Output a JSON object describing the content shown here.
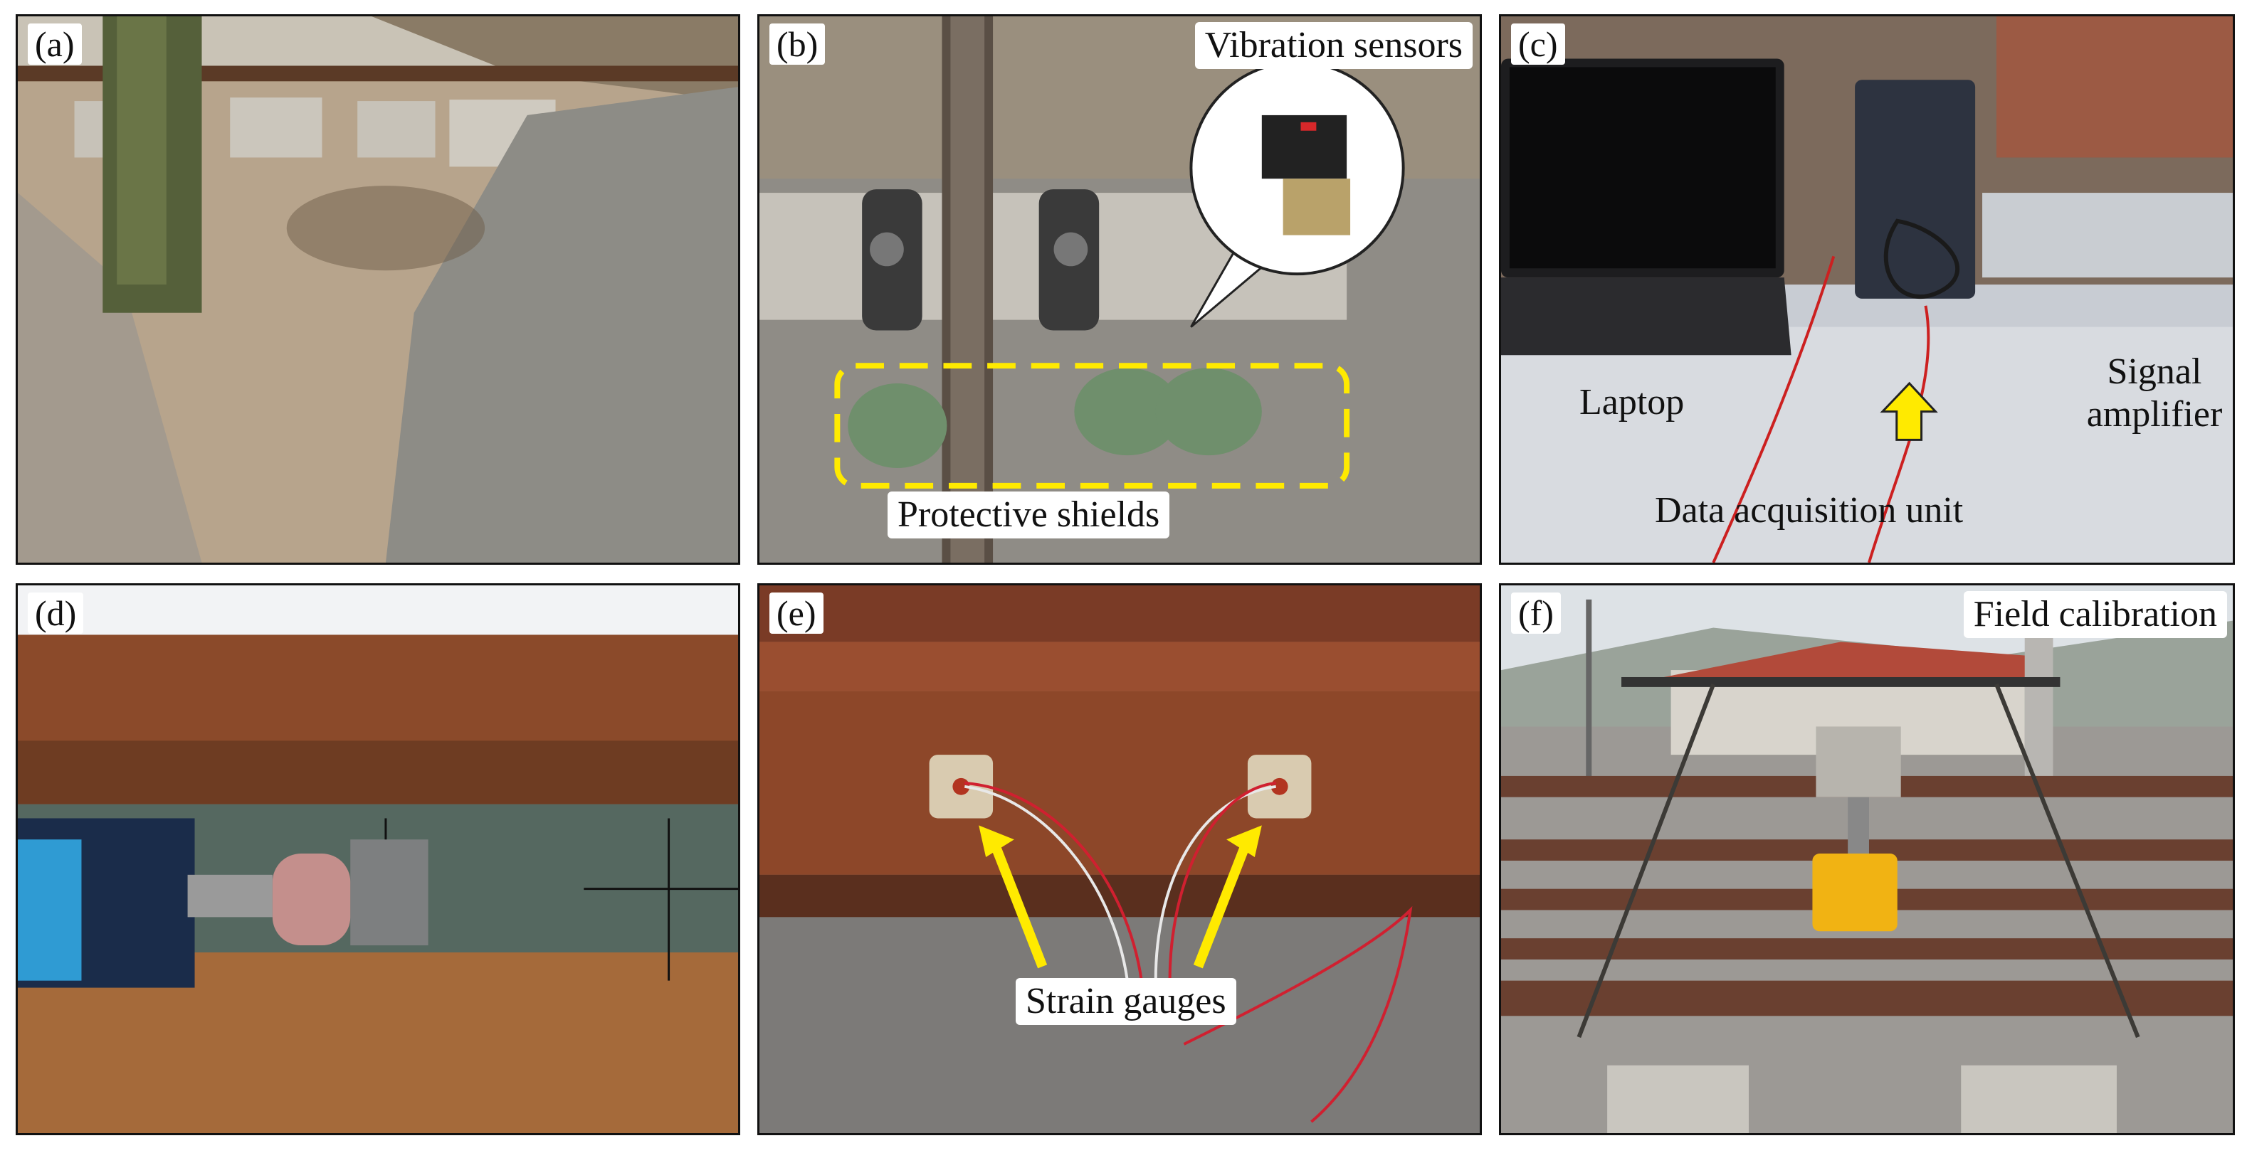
{
  "figure": {
    "panels": [
      {
        "id": "a",
        "label": "(a)",
        "annotations": []
      },
      {
        "id": "b",
        "label": "(b)",
        "annotations": [
          "Vibration sensors",
          "Protective shields"
        ]
      },
      {
        "id": "c",
        "label": "(c)",
        "annotations": [
          "Laptop",
          "Data acquisition unit",
          "Signal amplifier"
        ]
      },
      {
        "id": "d",
        "label": "(d)",
        "annotations": []
      },
      {
        "id": "e",
        "label": "(e)",
        "annotations": [
          "Strain gauges"
        ]
      },
      {
        "id": "f",
        "label": "(f)",
        "annotations": [
          "Field calibration"
        ]
      }
    ]
  },
  "colors": {
    "highlight": "#ffea00",
    "label_background": "#ffffff",
    "border": "#111111"
  }
}
